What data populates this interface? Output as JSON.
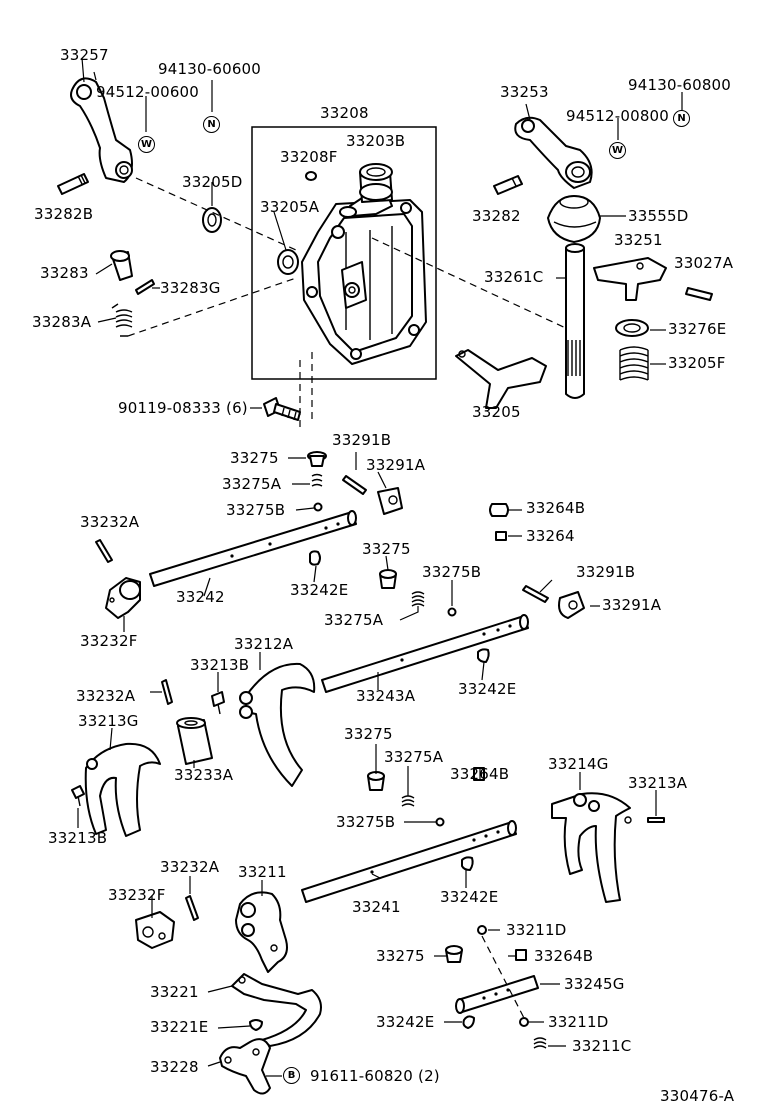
{
  "diagram_id": "330476-A",
  "labels": {
    "p33257": "33257",
    "p94130_60600": "94130-60600",
    "p94512_00600": "94512-00600",
    "p33208": "33208",
    "p33203B": "33203B",
    "p33208F": "33208F",
    "p33205D": "33205D",
    "p33205A": "33205A",
    "p33282B": "33282B",
    "p33283": "33283",
    "p33283G": "33283G",
    "p33283A": "33283A",
    "p33253": "33253",
    "p94130_60800": "94130-60800",
    "p94512_00800": "94512-00800",
    "p33282": "33282",
    "p33555D": "33555D",
    "p33251": "33251",
    "p33027A": "33027A",
    "p33261C": "33261C",
    "p33276E": "33276E",
    "p33205F": "33205F",
    "p33205": "33205",
    "p90119_08333": "90119-08333 (6)",
    "p33291B_top": "33291B",
    "p33275_top": "33275",
    "p33291A_top": "33291A",
    "p33275A_top": "33275A",
    "p33275B_top": "33275B",
    "p33264B_top": "33264B",
    "p33264": "33264",
    "p33232A_1": "33232A",
    "p33275_mid": "33275",
    "p33275B_mid": "33275B",
    "p33291B_mid": "33291B",
    "p33242": "33242",
    "p33242E_1": "33242E",
    "p33291A_mid": "33291A",
    "p33275A_mid": "33275A",
    "p33232F_1": "33232F",
    "p33212A": "33212A",
    "p33213B_1": "33213B",
    "p33243A": "33243A",
    "p33242E_2": "33242E",
    "p33232A_2": "33232A",
    "p33213G": "33213G",
    "p33233A": "33233A",
    "p33275_low": "33275",
    "p33275A_low": "33275A",
    "p33264B_low": "33264B",
    "p33214G": "33214G",
    "p33213A": "33213A",
    "p33213B_2": "33213B",
    "p33275B_low": "33275B",
    "p33241": "33241",
    "p33242E_3": "33242E",
    "p33232A_3": "33232A",
    "p33211": "33211",
    "p33232F_2": "33232F",
    "p33211D": "33211D",
    "p33275_bot": "33275",
    "p33264B_bot": "33264B",
    "p33245G": "33245G",
    "p33221": "33221",
    "p33221E": "33221E",
    "p33242E_4": "33242E",
    "p33211D_2": "33211D",
    "p33211C": "33211C",
    "p33228": "33228",
    "p91611_60820": "91611-60820 (2)",
    "footer": "330476-A"
  },
  "symbols": {
    "n_a": "N",
    "w_a": "W",
    "n_b": "N",
    "w_b": "W",
    "b_a": "B"
  }
}
